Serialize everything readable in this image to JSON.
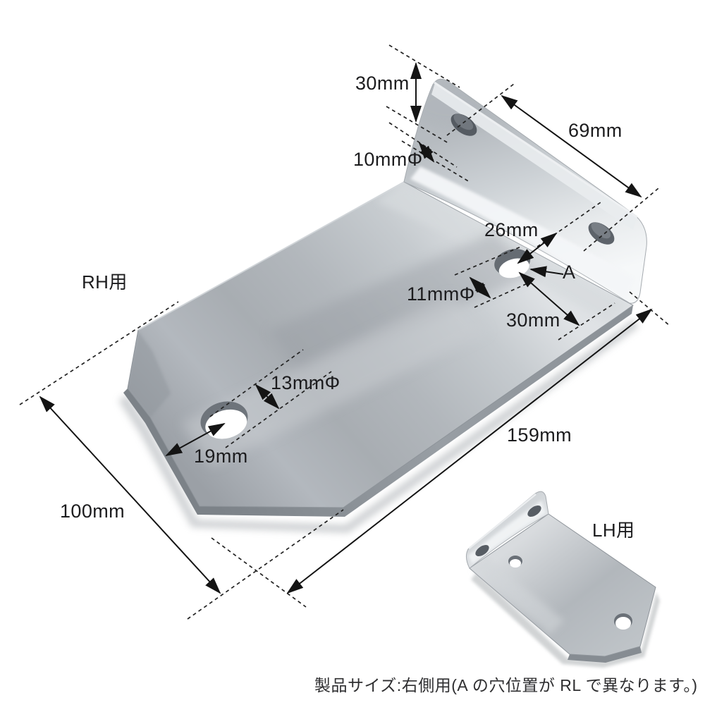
{
  "colors": {
    "background": "#ffffff",
    "annotation_line": "#1a1a1a",
    "metal_highlight": "#f4f6f8",
    "metal_mid": "#b4b9bd",
    "metal_dark": "#878d93"
  },
  "diagram": {
    "labels": {
      "right_hand": "RH用",
      "left_hand": "LH用",
      "hole_marker": "A"
    },
    "dimensions": {
      "flange_height": "30mm",
      "flange_hole_pitch": "69mm",
      "flange_hole_diameter": "10mmΦ",
      "hole_a_to_flange": "26mm",
      "hole_a_diameter": "11mmΦ",
      "hole_a_to_edge": "30mm",
      "tip_hole_diameter": "13mmΦ",
      "tip_hole_to_edge": "19mm",
      "plate_length": "159mm",
      "plate_width": "100mm"
    },
    "caption": "製品サイズ:右側用(A の穴位置が RL で異なります。)"
  }
}
